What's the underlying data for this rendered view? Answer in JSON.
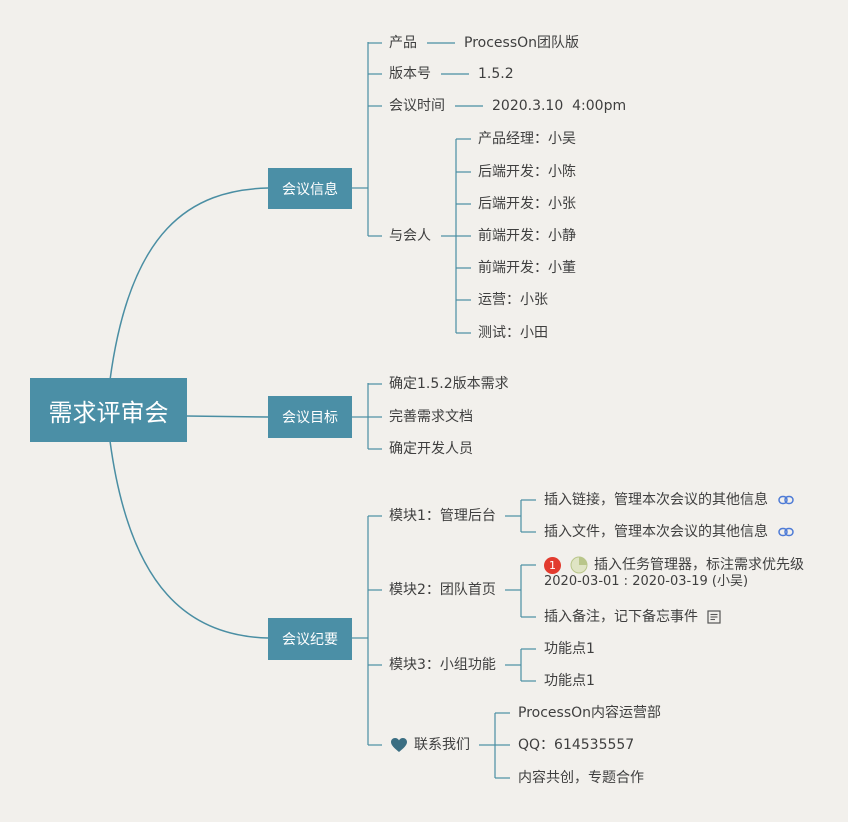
{
  "root": {
    "label": "需求评审会"
  },
  "colors": {
    "line": "#4a8ea3",
    "box": "#4b8fa6",
    "text": "#3f3f3f",
    "background": "#f2f0ec",
    "link": "#4e7bd6",
    "badge": "#e23b2e",
    "progress": "#b9c68a"
  },
  "branches": [
    {
      "label": "会议信息",
      "children": [
        {
          "label": "产品",
          "children": [
            {
              "label": "ProcessOn团队版"
            }
          ]
        },
        {
          "label": "版本号",
          "children": [
            {
              "label": "1.5.2"
            }
          ]
        },
        {
          "label": "会议时间",
          "children": [
            {
              "label": "2020.3.10  4:00pm"
            }
          ]
        },
        {
          "label": "与会人",
          "children": [
            {
              "label": "产品经理：小吴"
            },
            {
              "label": "后端开发：小陈"
            },
            {
              "label": "后端开发：小张"
            },
            {
              "label": "前端开发：小静"
            },
            {
              "label": "前端开发：小董"
            },
            {
              "label": "运营：小张"
            },
            {
              "label": "测试：小田"
            }
          ]
        }
      ]
    },
    {
      "label": "会议目标",
      "children": [
        {
          "label": "确定1.5.2版本需求"
        },
        {
          "label": "完善需求文档"
        },
        {
          "label": "确定开发人员"
        }
      ]
    },
    {
      "label": "会议纪要",
      "children": [
        {
          "label": "模块1：管理后台",
          "children": [
            {
              "label": "插入链接，管理本次会议的其他信息",
              "icon": "link-icon"
            },
            {
              "label": "插入文件，管理本次会议的其他信息",
              "icon": "link-icon"
            }
          ]
        },
        {
          "label": "模块2：团队首页",
          "children": [
            {
              "label": "插入任务管理器，标注需求优先级",
              "priority": "1",
              "progress_icon": "progress-pie-icon",
              "date_range": "2020-03-01 : 2020-03-19 (小吴)"
            },
            {
              "label": "插入备注，记下备忘事件",
              "icon": "note-icon"
            }
          ]
        },
        {
          "label": "模块3：小组功能",
          "children": [
            {
              "label": "功能点1"
            },
            {
              "label": "功能点1"
            }
          ]
        },
        {
          "label": "联系我们",
          "icon": "heart-icon",
          "children": [
            {
              "label": "ProcessOn内容运营部"
            },
            {
              "label": "QQ：614535557"
            },
            {
              "label": "内容共创，专题合作"
            }
          ]
        }
      ]
    }
  ]
}
